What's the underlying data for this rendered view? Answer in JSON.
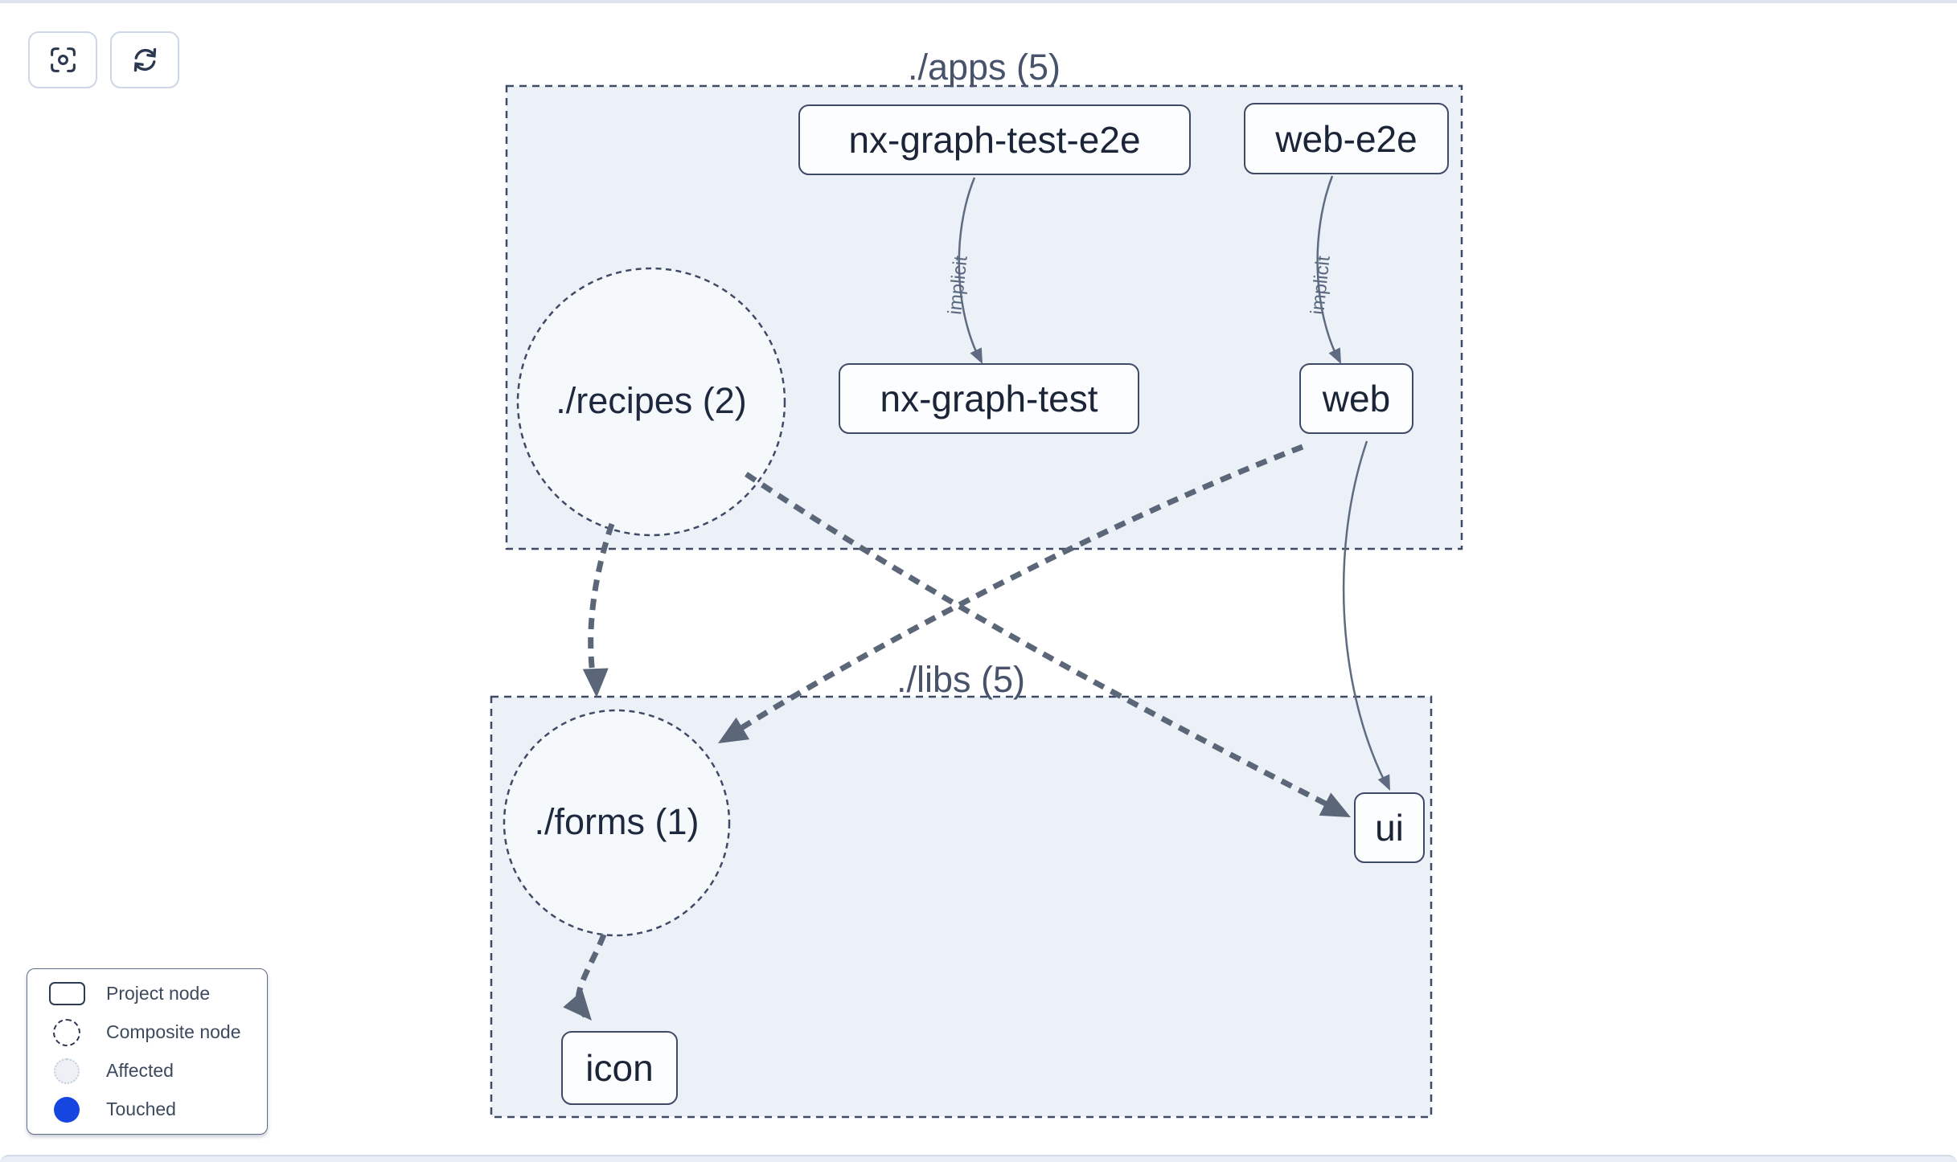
{
  "toolbar": {
    "buttons": [
      {
        "icon": "crosshair-focus-icon"
      },
      {
        "icon": "refresh-icon"
      }
    ]
  },
  "groups": [
    {
      "label": "./apps (5)"
    },
    {
      "label": "./libs (5)"
    }
  ],
  "composites": [
    {
      "label": "./recipes (2)"
    },
    {
      "label": "./forms (1)"
    }
  ],
  "projects": [
    {
      "label": "nx-graph-test-e2e"
    },
    {
      "label": "web-e2e"
    },
    {
      "label": "nx-graph-test"
    },
    {
      "label": "web"
    },
    {
      "label": "ui"
    },
    {
      "label": "icon"
    }
  ],
  "edges": {
    "list": [
      {
        "from": "nx-graph-test-e2e",
        "to": "nx-graph-test",
        "label": "implicit",
        "style": "solid"
      },
      {
        "from": "web-e2e",
        "to": "web",
        "label": "implicit",
        "style": "solid"
      },
      {
        "from": "./recipes (2)",
        "to": "./forms (1)",
        "label": "",
        "style": "dashed"
      },
      {
        "from": "./recipes (2)",
        "to": "ui",
        "label": "",
        "style": "dashed"
      },
      {
        "from": "web",
        "to": "./forms (1)",
        "label": "",
        "style": "dashed"
      },
      {
        "from": "web",
        "to": "ui",
        "label": "",
        "style": "solid"
      },
      {
        "from": "./forms (1)",
        "to": "icon",
        "label": "",
        "style": "dashed"
      }
    ]
  },
  "legend": {
    "items": [
      {
        "marker": "project-node-rect",
        "label": "Project node"
      },
      {
        "marker": "composite-node-dashed-circle",
        "label": "Composite node"
      },
      {
        "marker": "affected-circle",
        "label": "Affected"
      },
      {
        "marker": "touched-circle",
        "label": "Touched"
      }
    ]
  },
  "colors": {
    "touched_blue": "#1546e0",
    "affected_fill": "#edf0f5",
    "group_fill": "#ecf1f7",
    "composite_fill": "#f6f9fc",
    "node_fill": "#fbfdfe",
    "edge_slate": "#5b6779",
    "border_slate": "#3e4a66",
    "node_text": "#1b2537",
    "group_label": "#47536b"
  }
}
